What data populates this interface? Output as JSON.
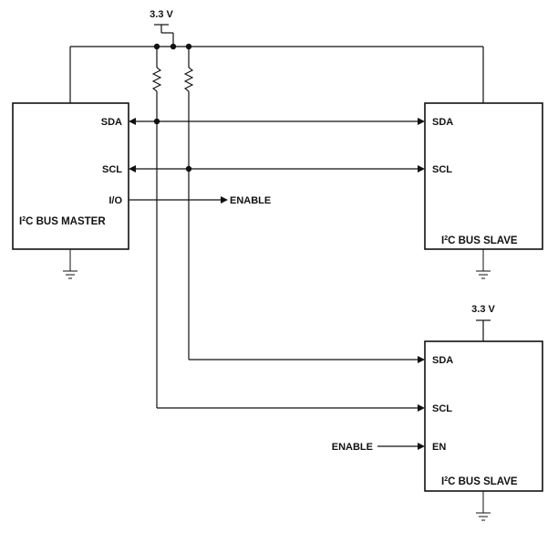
{
  "supply": {
    "top_label": "3.3 V",
    "slave2_label": "3.3 V"
  },
  "master": {
    "sda_label": "SDA",
    "scl_label": "SCL",
    "io_label": "I/O",
    "title_prefix": "I",
    "title_sup": "2",
    "title_rest": "C BUS MASTER"
  },
  "enable_output_label": "ENABLE",
  "slave1": {
    "sda_label": "SDA",
    "scl_label": "SCL",
    "title_prefix": "I",
    "title_sup": "2",
    "title_rest": "C BUS SLAVE"
  },
  "slave2": {
    "sda_label": "SDA",
    "scl_label": "SCL",
    "en_label": "EN",
    "enable_input_label": "ENABLE",
    "title_prefix": "I",
    "title_sup": "2",
    "title_rest": "C BUS SLAVE"
  }
}
